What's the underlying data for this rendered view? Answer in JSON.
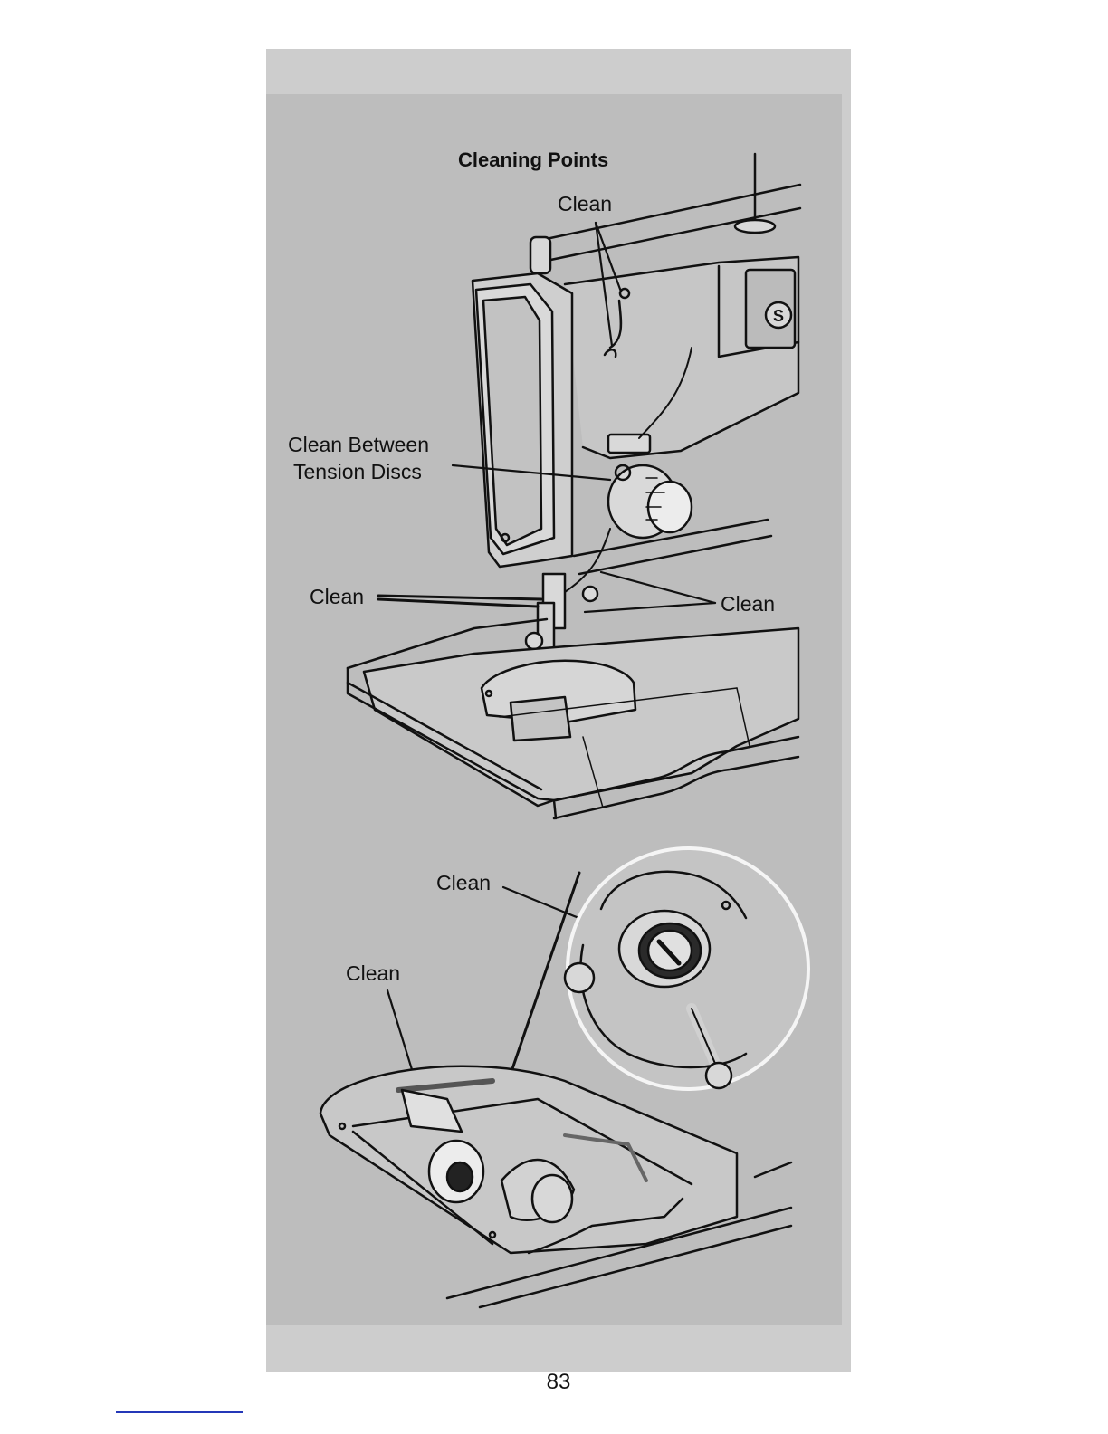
{
  "title": "Cleaning Points",
  "labels": {
    "top_clean": "Clean",
    "tension_line1": "Clean Between",
    "tension_line2": "Tension Discs",
    "needle_left": "Clean",
    "needle_right": "Clean",
    "bobbin_case": "Clean",
    "feed_dog": "Clean"
  },
  "page_number": "83"
}
